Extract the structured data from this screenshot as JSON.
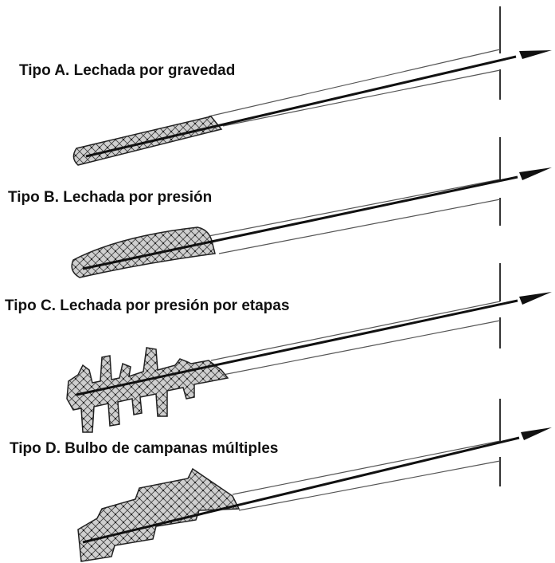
{
  "diagram": {
    "labels": {
      "a": "Tipo A. Lechada por gravedad",
      "b": "Tipo B. Lechada por presión",
      "c": "Tipo C. Lechada por presión por etapas",
      "d": "Tipo D. Bulbo de campanas múltiples"
    }
  }
}
